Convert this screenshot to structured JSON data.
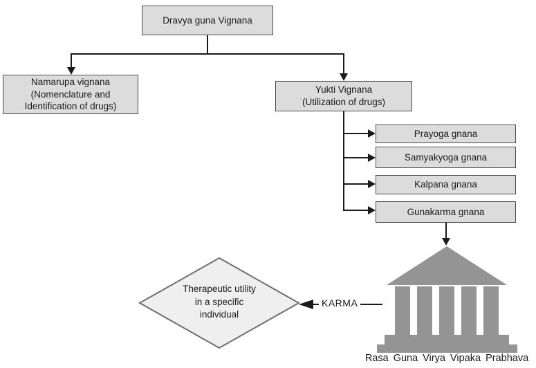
{
  "colors": {
    "box_fill": "#dcdcdc",
    "box_border": "#4a4a4a",
    "diamond_fill": "#efefef",
    "diamond_border": "#6e6e6e",
    "temple_gray": "#949494",
    "line_color": "#1a1a1a"
  },
  "nodes": {
    "root": {
      "label": "Dravya guna Vignana"
    },
    "namarupa": {
      "lines": [
        "Namarupa vignana",
        "(Nomenclature and",
        "Identification of drugs)"
      ]
    },
    "yukti": {
      "lines": [
        "Yukti Vignana",
        "(Utilization of drugs)"
      ]
    },
    "branches": [
      "Prayoga gnana",
      "Samyakyoga gnana",
      "Kalpana gnana",
      "Gunakarma gnana"
    ],
    "diamond": {
      "lines": [
        "Therapeutic utility",
        "in a specific",
        "individual"
      ]
    },
    "karma": {
      "label": "KARMA"
    },
    "temple": {
      "icon": "temple-pillars-icon",
      "caption": "Rasa Guna Virya Vipaka Prabhava"
    }
  }
}
